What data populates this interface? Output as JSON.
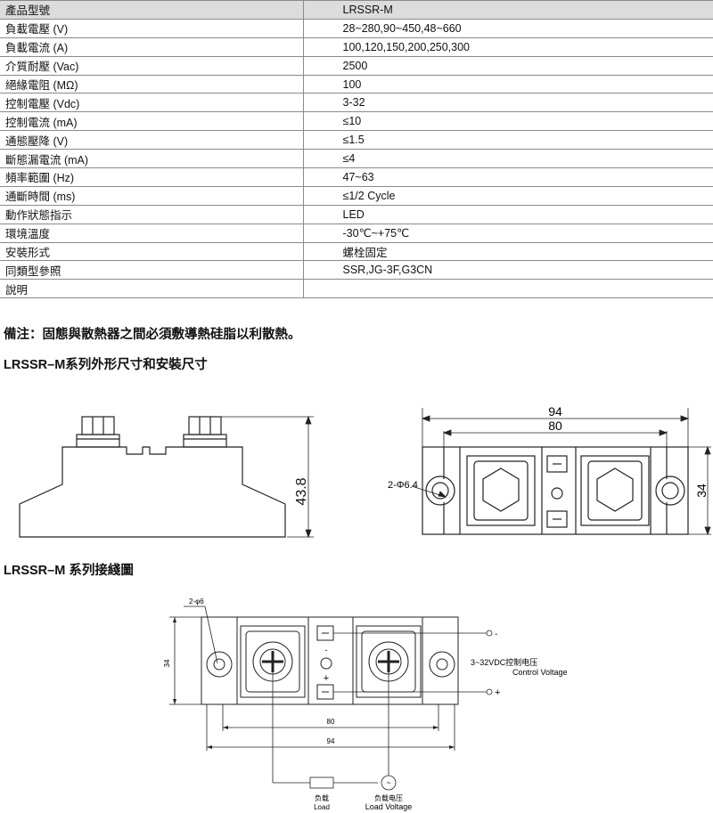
{
  "spec_table": {
    "rows": [
      {
        "label": "產品型號",
        "value": "LRSSR-M"
      },
      {
        "label": "負載電壓 (V)",
        "value": "28~280,90~450,48~660"
      },
      {
        "label": "負載電流 (A)",
        "value": "100,120,150,200,250,300"
      },
      {
        "label": "介質耐壓 (Vac)",
        "value": "2500"
      },
      {
        "label": "絕緣電阻 (MΩ)",
        "value": "100"
      },
      {
        "label": "控制電壓 (Vdc)",
        "value": "3-32"
      },
      {
        "label": "控制電流 (mA)",
        "value": "≤10"
      },
      {
        "label": "通態壓降 (V)",
        "value": "≤1.5"
      },
      {
        "label": "斷態漏電流 (mA)",
        "value": "≤4"
      },
      {
        "label": "頻率範圍 (Hz)",
        "value": "47~63"
      },
      {
        "label": "通斷時間 (ms)",
        "value": "≤1/2 Cycle"
      },
      {
        "label": "動作狀態指示",
        "value": "LED"
      },
      {
        "label": "環境溫度",
        "value": "-30℃~+75℃"
      },
      {
        "label": "安裝形式",
        "value": "螺栓固定"
      },
      {
        "label": "同類型參照",
        "value": "SSR,JG-3F,G3CN"
      },
      {
        "label": "說明",
        "value": ""
      }
    ]
  },
  "note": "備注：固態與散熱器之間必須敷導熱硅脂以利散熱。",
  "dimensions_heading": "LRSSR–M系列外形尺寸和安裝尺寸",
  "dimension_drawing": {
    "height_label": "43.8",
    "width_outer": "94",
    "width_inner": "80",
    "depth_label": "34",
    "hole_label": "2-Φ6.4"
  },
  "wiring_heading": "LRSSR–M 系列接綫圖",
  "wiring_diagram": {
    "hole_label": "2-φ6",
    "depth_label": "34",
    "width_inner": "80",
    "width_outer": "94",
    "minus_sign": "-",
    "plus_sign": "+",
    "control_minus": "-",
    "control_plus": "+",
    "control_cn": "3~32VDC控制电压",
    "control_en": "Control Voltage",
    "load_cn": "负载",
    "load_en": "Load",
    "load_voltage_cn": "负载电压",
    "load_voltage_en": "Load Voltage"
  }
}
